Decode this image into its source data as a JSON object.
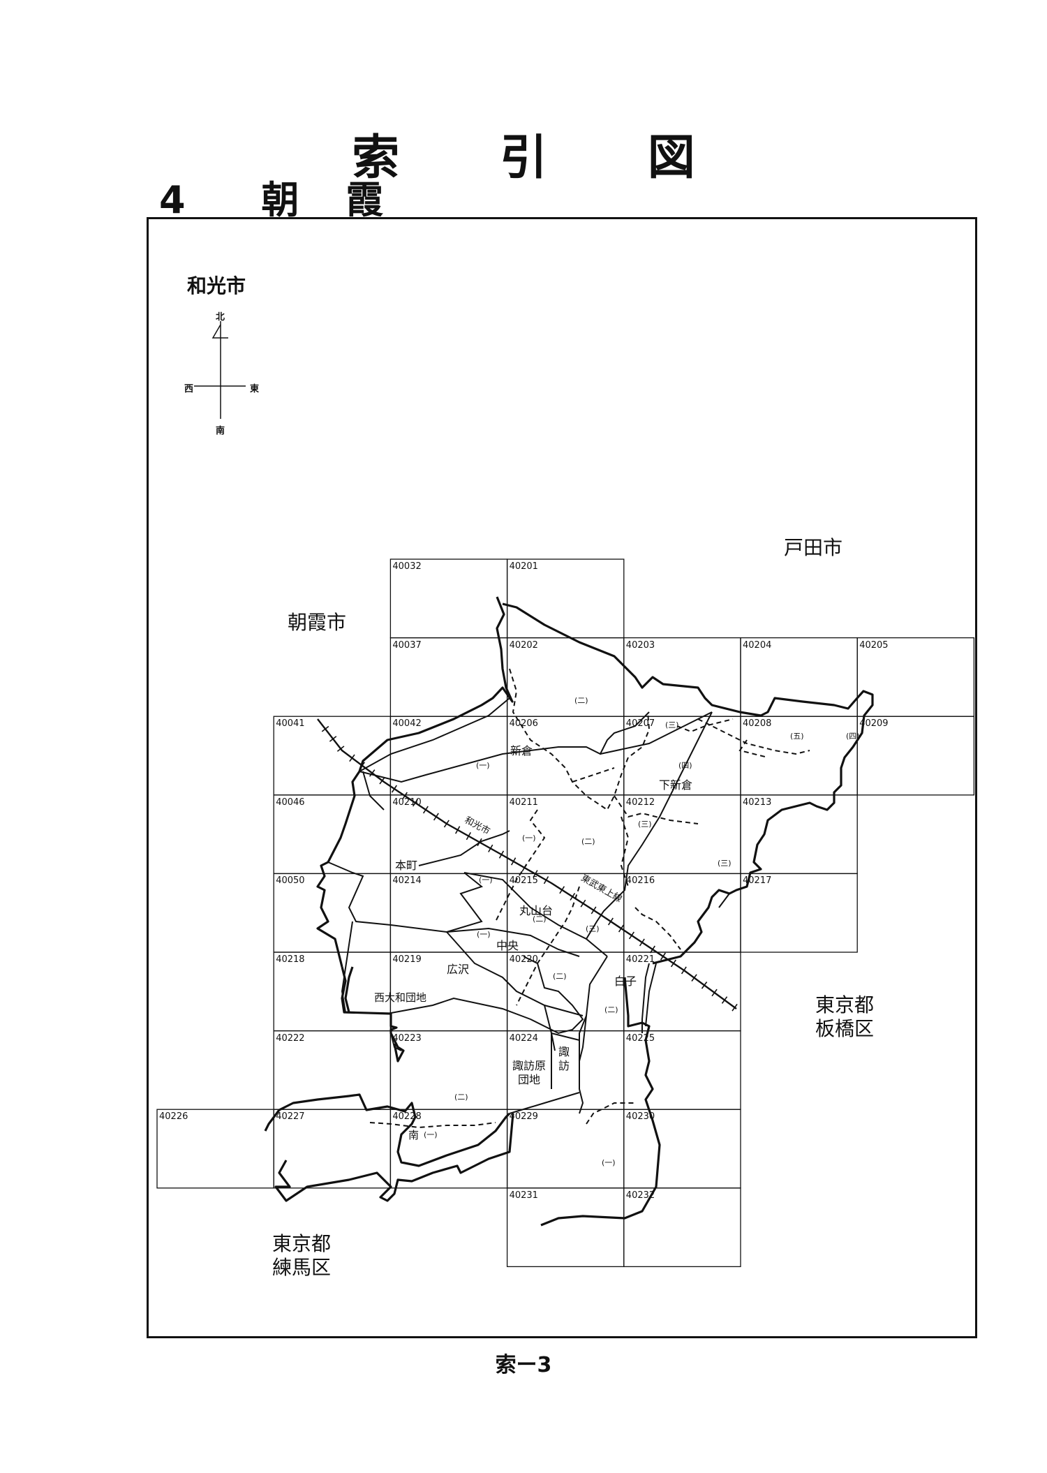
{
  "header": {
    "title_chars": [
      "索",
      "引",
      "図"
    ],
    "section_number": "4",
    "section_name_chars": [
      "朝",
      "霞"
    ]
  },
  "compass": {
    "north": "北",
    "south": "南",
    "east": "東",
    "west": "西"
  },
  "regions": {
    "wako": "和光市",
    "toda": "戸田市",
    "asaka": "朝霞市",
    "itabashi_1": "東京都",
    "itabashi_2": "板橋区",
    "nerima_1": "東京都",
    "nerima_2": "練馬区"
  },
  "sheets": [
    {
      "id": "40032",
      "col": 2,
      "row": 0
    },
    {
      "id": "40201",
      "col": 3,
      "row": 0
    },
    {
      "id": "40037",
      "col": 2,
      "row": 1
    },
    {
      "id": "40202",
      "col": 3,
      "row": 1
    },
    {
      "id": "40203",
      "col": 4,
      "row": 1
    },
    {
      "id": "40204",
      "col": 5,
      "row": 1
    },
    {
      "id": "40205",
      "col": 6,
      "row": 1
    },
    {
      "id": "40041",
      "col": 1,
      "row": 2
    },
    {
      "id": "40042",
      "col": 2,
      "row": 2
    },
    {
      "id": "40206",
      "col": 3,
      "row": 2
    },
    {
      "id": "40207",
      "col": 4,
      "row": 2
    },
    {
      "id": "40208",
      "col": 5,
      "row": 2
    },
    {
      "id": "40209",
      "col": 6,
      "row": 2
    },
    {
      "id": "40046",
      "col": 1,
      "row": 3
    },
    {
      "id": "40210",
      "col": 2,
      "row": 3
    },
    {
      "id": "40211",
      "col": 3,
      "row": 3
    },
    {
      "id": "40212",
      "col": 4,
      "row": 3
    },
    {
      "id": "40213",
      "col": 5,
      "row": 3
    },
    {
      "id": "40050",
      "col": 1,
      "row": 4
    },
    {
      "id": "40214",
      "col": 2,
      "row": 4
    },
    {
      "id": "40215",
      "col": 3,
      "row": 4
    },
    {
      "id": "40216",
      "col": 4,
      "row": 4
    },
    {
      "id": "40217",
      "col": 5,
      "row": 4
    },
    {
      "id": "40218",
      "col": 1,
      "row": 5
    },
    {
      "id": "40219",
      "col": 2,
      "row": 5
    },
    {
      "id": "40220",
      "col": 3,
      "row": 5
    },
    {
      "id": "40221",
      "col": 4,
      "row": 5
    },
    {
      "id": "40222",
      "col": 1,
      "row": 6
    },
    {
      "id": "40223",
      "col": 2,
      "row": 6
    },
    {
      "id": "40224",
      "col": 3,
      "row": 6
    },
    {
      "id": "40225",
      "col": 4,
      "row": 6
    },
    {
      "id": "40226",
      "col": 0,
      "row": 7
    },
    {
      "id": "40227",
      "col": 1,
      "row": 7
    },
    {
      "id": "40228",
      "col": 2,
      "row": 7
    },
    {
      "id": "40229",
      "col": 3,
      "row": 7
    },
    {
      "id": "40230",
      "col": 4,
      "row": 7
    },
    {
      "id": "40231",
      "col": 3,
      "row": 8
    },
    {
      "id": "40232",
      "col": 4,
      "row": 8
    }
  ],
  "place_names": [
    {
      "key": "shinkura",
      "text": "新倉"
    },
    {
      "key": "shimoshinkura",
      "text": "下新倉"
    },
    {
      "key": "honcho",
      "text": "本町"
    },
    {
      "key": "maruyamadai",
      "text": "丸山台"
    },
    {
      "key": "chuo",
      "text": "中央"
    },
    {
      "key": "hirosawa",
      "text": "広沢"
    },
    {
      "key": "nishiowa",
      "text": "西大和団地"
    },
    {
      "key": "shiroko",
      "text": "白子"
    },
    {
      "key": "suwa",
      "text": "諏\n訪"
    },
    {
      "key": "suwahara",
      "text": "諏訪原\n団地"
    },
    {
      "key": "minami",
      "text": "南"
    },
    {
      "key": "railway_wako",
      "text": "和光市"
    },
    {
      "key": "railway_tobu",
      "text": "東武東上線"
    }
  ],
  "district_markers": [
    "(一)",
    "(二)",
    "(三)",
    "(四)",
    "(五)"
  ],
  "footer": "索ー3",
  "colors": {
    "ink": "#111111",
    "background": "#ffffff"
  }
}
